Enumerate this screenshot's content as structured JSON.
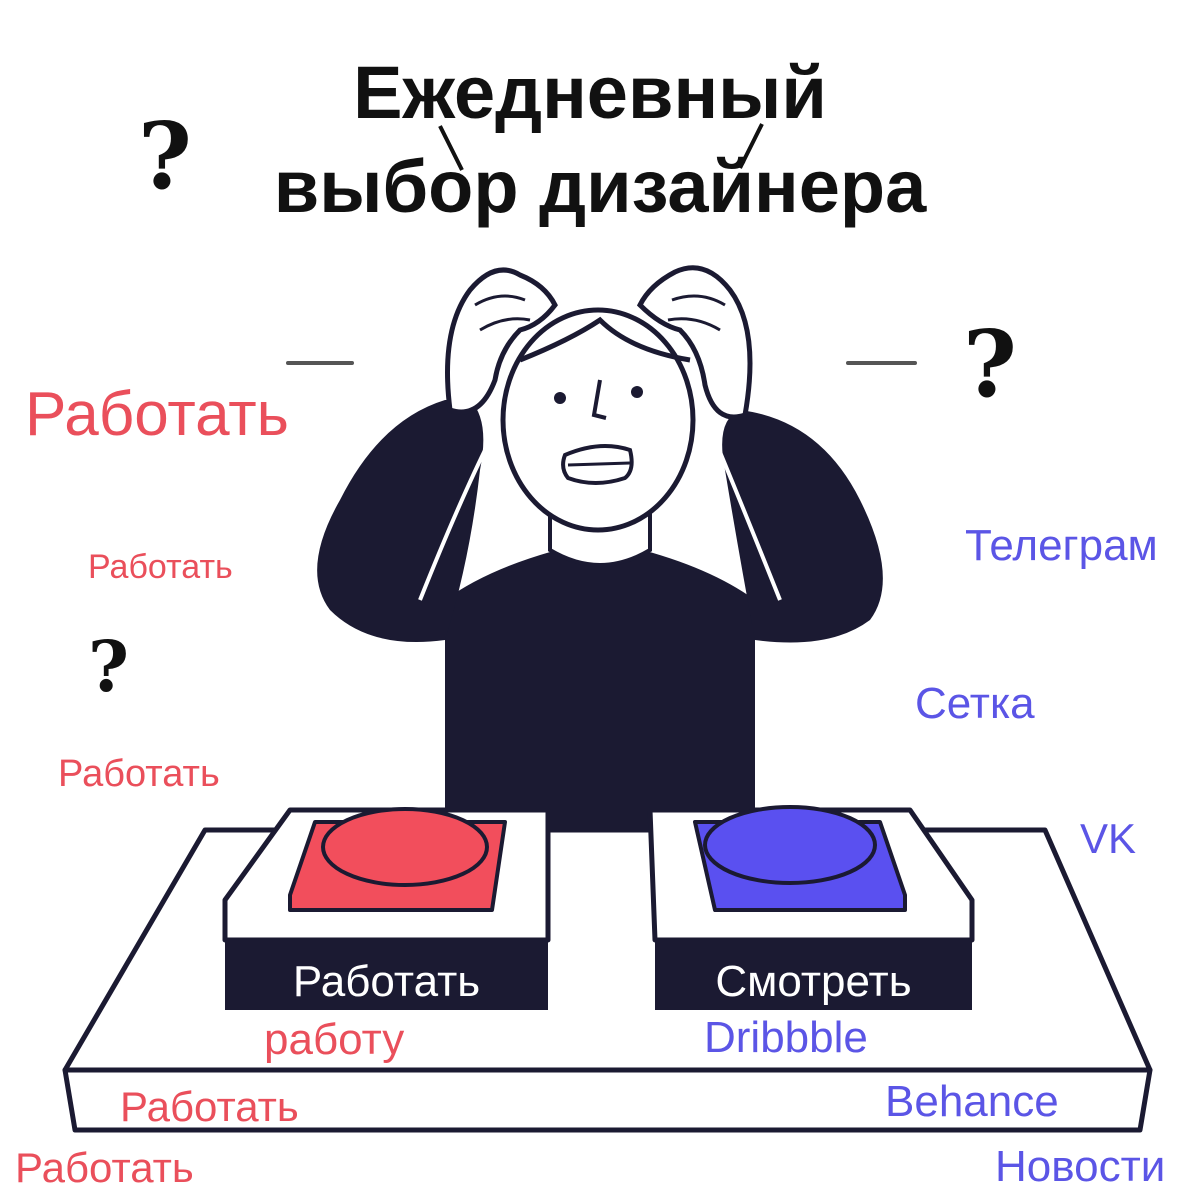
{
  "title": {
    "line1": "Ежедневный",
    "line2": "выбор дизайнера"
  },
  "buttons": {
    "left": {
      "label": "Работать",
      "subtitle": "работу",
      "color": "#f24e5c"
    },
    "right": {
      "label": "Смотреть",
      "subtitle": "Dribbble",
      "color": "#5a50f0"
    }
  },
  "left_words": [
    "Работать",
    "Работать",
    "Работать",
    "Работать",
    "Работать"
  ],
  "right_words": [
    "Телеграм",
    "Сетка",
    "VK",
    "Behance",
    "Новости"
  ],
  "colors": {
    "ink": "#1b1a32",
    "work_red": "#ea4f5b",
    "watch_blue": "#5b55e6",
    "skin": "#ffffff"
  },
  "icons": [
    "question-mark-icon",
    "question-mark-icon",
    "question-mark-icon"
  ]
}
